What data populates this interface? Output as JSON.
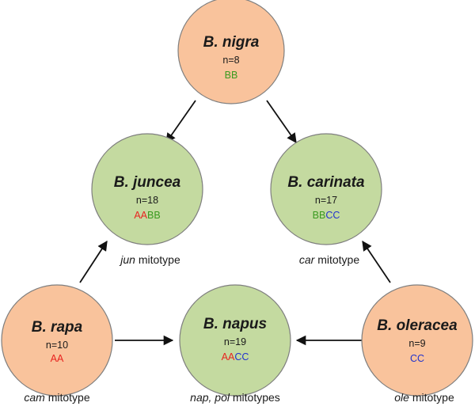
{
  "colors": {
    "A": "#e8231f",
    "B": "#3a9a1f",
    "C": "#2233cc"
  },
  "nodes": {
    "nigra": {
      "name": "B. nigra",
      "count": "n=8",
      "genome": "BB",
      "segments": [
        "BB"
      ]
    },
    "juncea": {
      "name": "B. juncea",
      "count": "n=18",
      "genome": "AABB",
      "segments": [
        "AA",
        "BB"
      ]
    },
    "carinata": {
      "name": "B. carinata",
      "count": "n=17",
      "genome": "BBCC",
      "segments": [
        "BB",
        "CC"
      ]
    },
    "rapa": {
      "name": "B. rapa",
      "count": "n=10",
      "genome": "AA",
      "segments": [
        "AA"
      ]
    },
    "napus": {
      "name": "B. napus",
      "count": "n=19",
      "genome": "AACC",
      "segments": [
        "AA",
        "CC"
      ]
    },
    "oleracea": {
      "name": "B. oleracea",
      "count": "n=9",
      "genome": "CC",
      "segments": [
        "CC"
      ]
    }
  },
  "mitotypes": {
    "juncea": {
      "italic": "jun",
      "rest": " mitotype"
    },
    "carinata": {
      "italic": "car",
      "rest": " mitotype"
    },
    "rapa": {
      "italic": "cam",
      "rest": " mitotype"
    },
    "napus": {
      "italic": "nap, pol",
      "rest": " mitotypes"
    },
    "oleracea": {
      "italic": "ole",
      "rest": " mitotype"
    }
  }
}
